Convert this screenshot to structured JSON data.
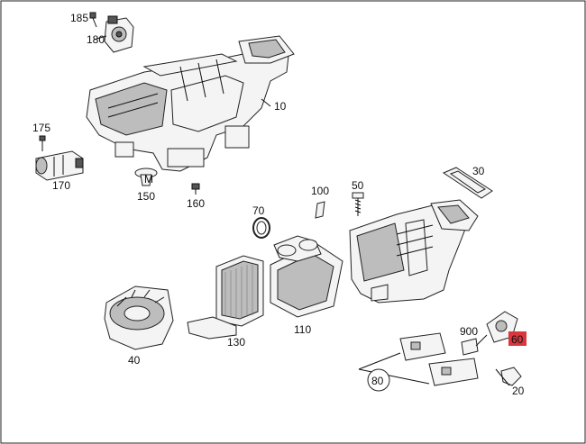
{
  "diagram": {
    "labels": [
      {
        "id": "l185",
        "text": "185"
      },
      {
        "id": "l180",
        "text": "180"
      },
      {
        "id": "l10",
        "text": "10"
      },
      {
        "id": "l175",
        "text": "175"
      },
      {
        "id": "l170",
        "text": "170"
      },
      {
        "id": "l150",
        "text": "150"
      },
      {
        "id": "l160",
        "text": "160"
      },
      {
        "id": "l30",
        "text": "30"
      },
      {
        "id": "l50",
        "text": "50"
      },
      {
        "id": "l100",
        "text": "100"
      },
      {
        "id": "l70",
        "text": "70"
      },
      {
        "id": "l110",
        "text": "110"
      },
      {
        "id": "l130",
        "text": "130"
      },
      {
        "id": "l40",
        "text": "40"
      },
      {
        "id": "l900",
        "text": "900"
      },
      {
        "id": "l60",
        "text": "60"
      },
      {
        "id": "l80",
        "text": "80"
      },
      {
        "id": "l20",
        "text": "20"
      }
    ],
    "highlight_color": "#d9363e"
  }
}
